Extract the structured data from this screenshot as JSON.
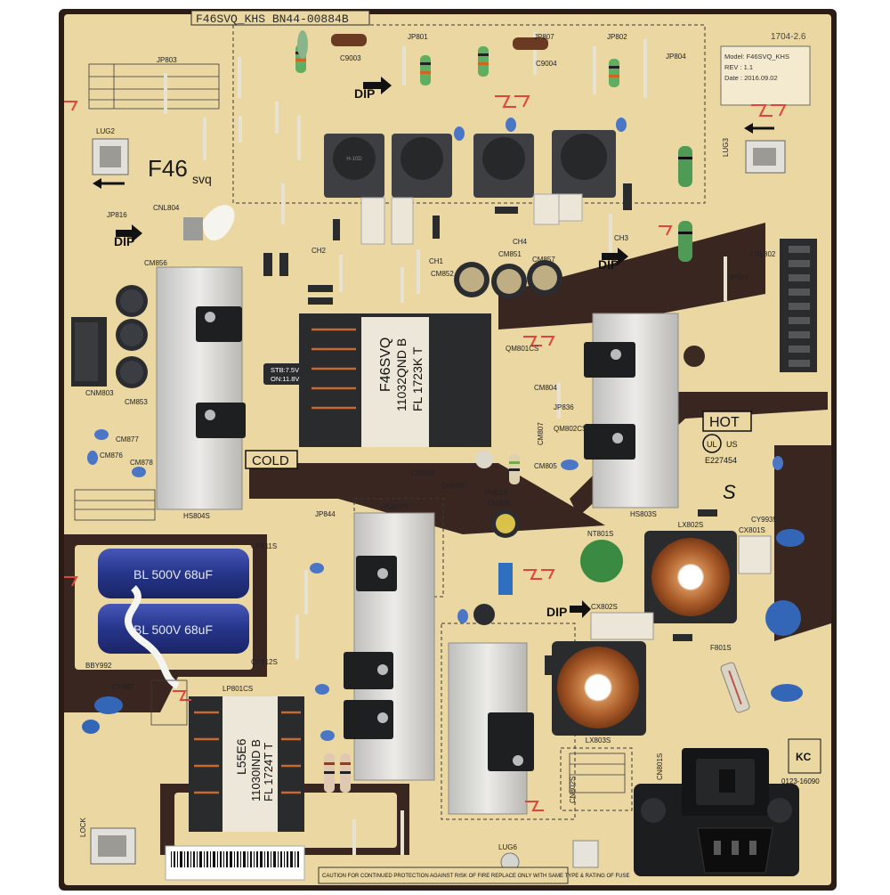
{
  "board": {
    "part_number": "F46SVQ_KHS   BN44-00884B",
    "handwritten_mark": "F46",
    "handwritten_suffix": "svq",
    "cold_label": "COLD",
    "hot_label": "HOT",
    "dip_label": "DIP",
    "lock_label": "LOCK",
    "stb_label_1": "STB:7.5V",
    "stb_label_2": "ON:11.8V",
    "cert_number": "E227454",
    "ul_mark": "US",
    "kc_mark": "KC",
    "kc_code": "0123-16090",
    "caution_text": "CAUTION FOR CONTINUED PROTECTION AGAINST RISK OF FIRE REPLACE ONLY WITH SAME TYPE & RATING OF FUSE",
    "date_stamp": "1704-2.6"
  },
  "info_label": {
    "line1": "Model: F46SVQ_KHS",
    "line2": "REV : 1.1",
    "line3": "Date : 2016.09.02"
  },
  "transformers": {
    "main_line1": "F46SVQ",
    "main_line2": "11032QND B",
    "main_line3": "FL 1723K T",
    "standby_line1": "L55E6",
    "standby_line2": "11030IND B",
    "standby_line3": "FL 1724T T"
  },
  "capacitors": {
    "bulk_text": "BL 500V 68uF"
  },
  "designators": {
    "lug2": "LUG2",
    "lug3": "LUG3",
    "lug6": "LUG6",
    "cnl804": "CNL804",
    "cnl802": "CNL802",
    "cnm803": "CNM803",
    "cn801s": "CN801S",
    "hs804s": "HS804S",
    "hs802s": "HS802S",
    "hs803s": "HS803S",
    "lp801cs": "LP801CS",
    "lx802s": "LX802S",
    "lx803s": "LX803S",
    "nt801s": "NT801S",
    "cx801s": "CX801S",
    "cx802s": "CX802S",
    "jp803": "JP803",
    "jp801": "JP801",
    "jp807": "JP807",
    "jp802": "JP802",
    "jp804": "JP804",
    "jp816": "JP816",
    "jp824": "JP824",
    "jp844": "JP844",
    "jp836": "JP836",
    "c9003": "C9003",
    "c9004": "C9004",
    "cm853": "CM853",
    "cm856": "CM856",
    "cm877": "CM877",
    "cm876": "CM876",
    "cm878": "CM878",
    "cm851": "CM851",
    "cm857": "CM857",
    "cm852": "CM852",
    "cm825": "CM825",
    "cm823": "CM823",
    "cm828": "CM828",
    "cm805": "CM805",
    "cm804": "CM804",
    "cm807": "CM807",
    "qm806": "QM806",
    "qm802cs": "QM802CS",
    "qm801cs": "QM801CS",
    "ch1": "CH1",
    "ch2": "CH2",
    "ch3": "CH3",
    "ch4": "CH4",
    "f801s": "F801S",
    "cp811s": "CP811S",
    "cp812s": "CP812S",
    "bby992": "BBY992",
    "cy997": "CY997",
    "cy9935": "CY9935"
  },
  "colors": {
    "board": "#e9d6a0",
    "board_light": "#f1e2b4",
    "edge": "#2b1c15",
    "silk": "#2a2a2a",
    "heatsink": "#d8d8d6",
    "capacitor_blue": "#2b3a8c",
    "copper": "#b86a34",
    "stamp_red": "#e0453d"
  }
}
